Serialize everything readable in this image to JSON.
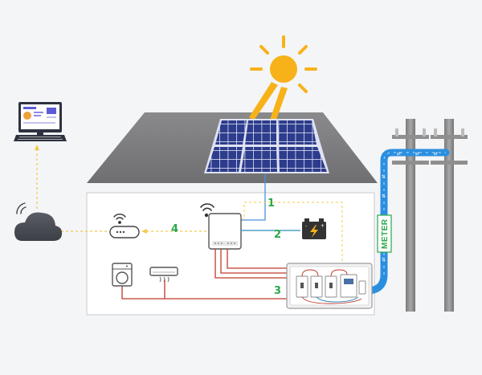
{
  "diagram": {
    "connection_labels": {
      "pv": "1",
      "battery": "2",
      "grid": "3",
      "network": "4"
    },
    "meter_label": "METER",
    "icons": [
      "sun-icon",
      "solar-panel-icon",
      "inverter-icon",
      "battery-icon",
      "router-icon",
      "cloud-icon",
      "computer-icon",
      "washing-machine-icon",
      "air-conditioner-icon",
      "distribution-box-icon",
      "utility-pole-icon"
    ],
    "colors": {
      "roof": "#7e7e80",
      "panel": "#2f3e8f",
      "sun": "#f7b21a",
      "pv_line": "#4a90d9",
      "battery_line": "#2e8bbd",
      "ac_line": "#c0392b",
      "network_line": "#f2c94c",
      "grid_conduit": "#2b8fe0",
      "house_wall": "#ffffff"
    }
  }
}
